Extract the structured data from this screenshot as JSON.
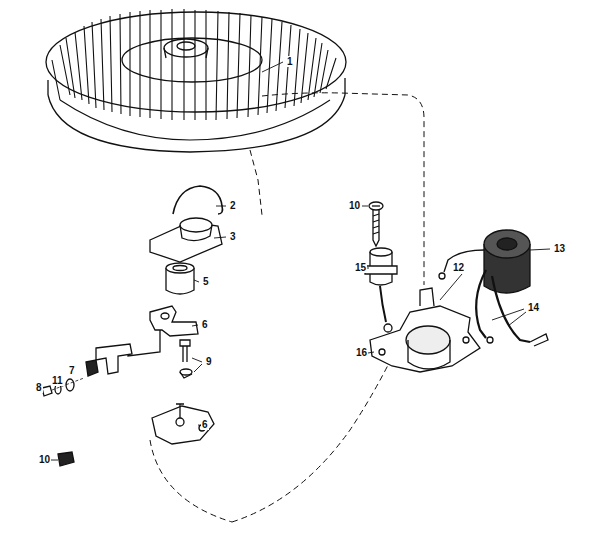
{
  "diagram": {
    "labels": [
      "1",
      "2",
      "3",
      "5",
      "6",
      "8",
      "11",
      "7",
      "9",
      "6",
      "10",
      "10",
      "15",
      "13",
      "12",
      "16",
      "14"
    ]
  }
}
